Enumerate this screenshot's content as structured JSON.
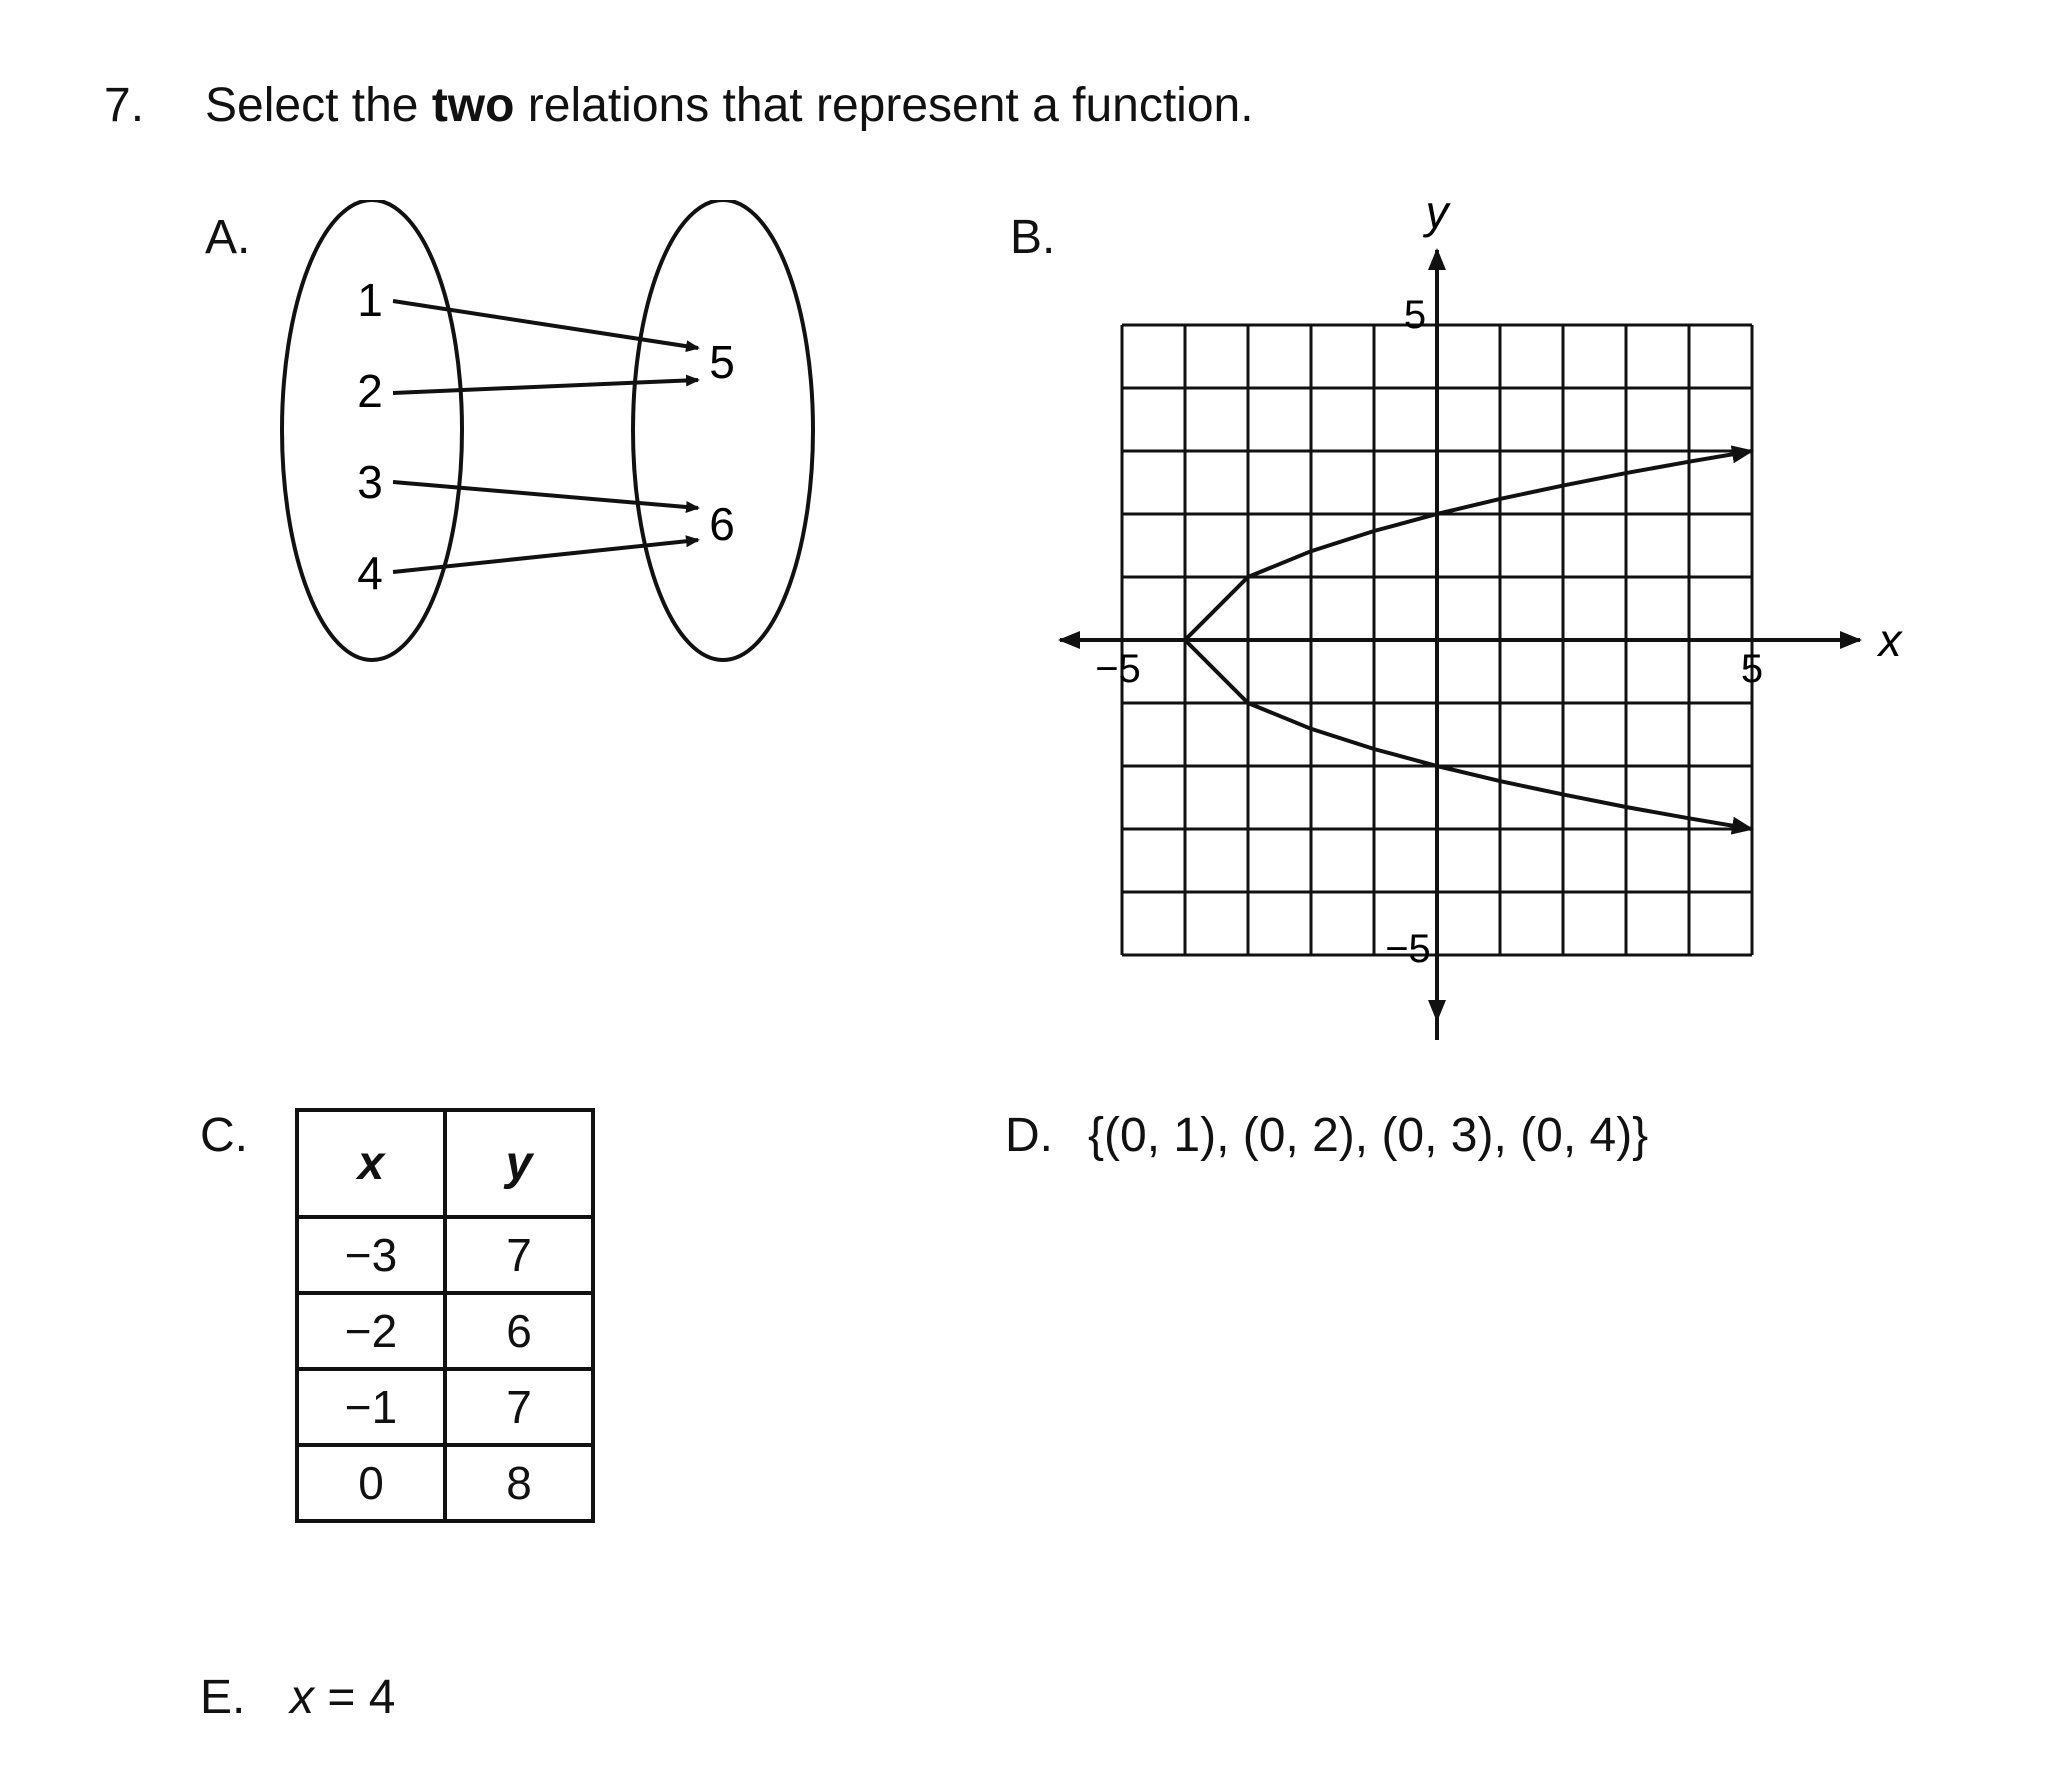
{
  "question": {
    "number": "7.",
    "text_before": "Select the ",
    "text_bold": "two",
    "text_after": " relations that represent a function."
  },
  "options": {
    "a": {
      "label": "A.",
      "domain": [
        "1",
        "2",
        "3",
        "4"
      ],
      "range": [
        "5",
        "6"
      ],
      "mapping": [
        [
          "1",
          "5"
        ],
        [
          "2",
          "5"
        ],
        [
          "3",
          "6"
        ],
        [
          "4",
          "6"
        ]
      ]
    },
    "b": {
      "label": "B.",
      "x_axis_label": "x",
      "y_axis_label": "y",
      "tick_labels": {
        "x_min": "−5",
        "x_max": "5",
        "y_min": "−5",
        "y_max": "5"
      }
    },
    "c": {
      "label": "C.",
      "headers": [
        "x",
        "y"
      ],
      "rows": [
        [
          "−3",
          "7"
        ],
        [
          "−2",
          "6"
        ],
        [
          "−1",
          "7"
        ],
        [
          "0",
          "8"
        ]
      ]
    },
    "d": {
      "label": "D.",
      "text": "{(0, 1), (0, 2), (0, 3), (0, 4)}"
    },
    "e": {
      "label": "E.",
      "var": "x",
      "rest": " = 4"
    }
  },
  "chart_data": {
    "type": "line",
    "title": "",
    "xlabel": "x",
    "ylabel": "y",
    "xlim": [
      -5,
      5
    ],
    "ylim": [
      -5,
      5
    ],
    "grid": true,
    "series": [
      {
        "x": [
          -4,
          -3,
          -2,
          -1,
          0,
          1,
          2,
          3,
          4,
          5
        ],
        "y": [
          0,
          1,
          1.41,
          1.73,
          2,
          2.24,
          2.45,
          2.65,
          2.83,
          3
        ]
      },
      {
        "x": [
          -4,
          -3,
          -2,
          -1,
          0,
          1,
          2,
          3,
          4,
          5
        ],
        "y": [
          0,
          -1,
          -1.41,
          -1.73,
          -2,
          -2.24,
          -2.45,
          -2.65,
          -2.83,
          -3
        ]
      }
    ]
  }
}
